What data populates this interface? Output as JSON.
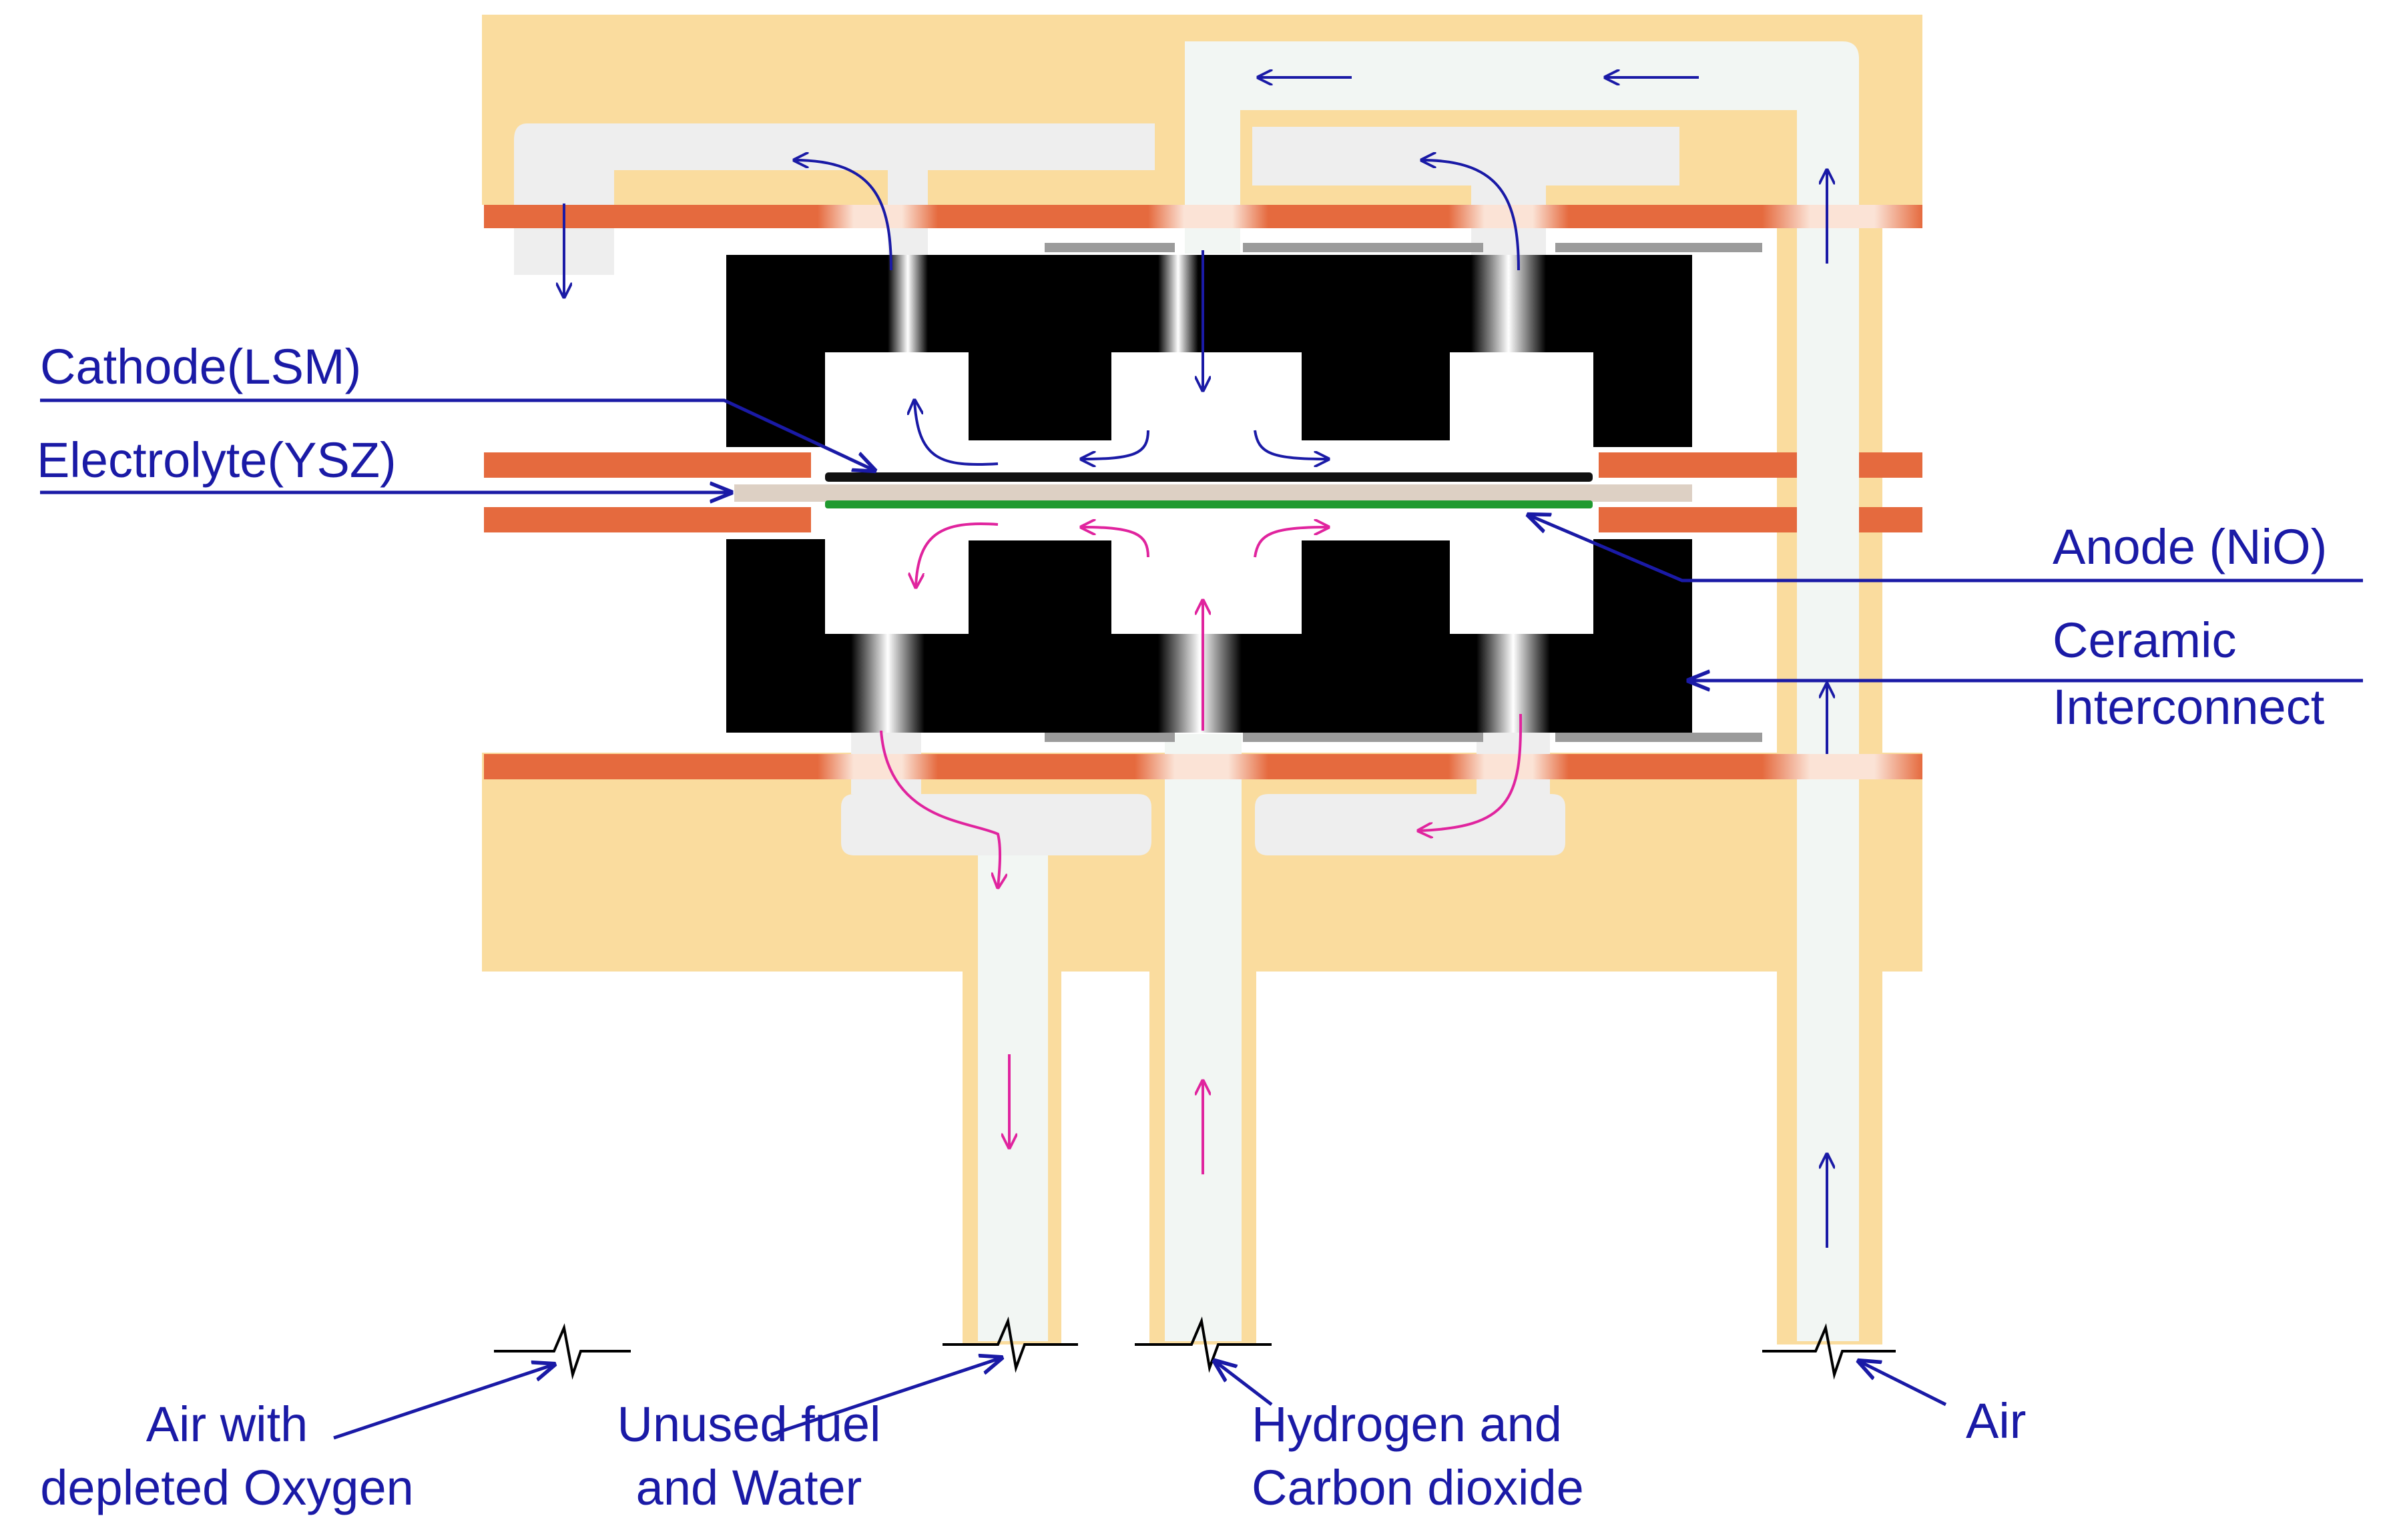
{
  "labels": {
    "cathode": "Cathode(LSM)",
    "electrolyte": "Electrolyte(YSZ)",
    "anode": "Anode (NiO)",
    "interconnect_line1": "Ceramic",
    "interconnect_line2": "Interconnect",
    "exhaust_air_line1": "Air with",
    "exhaust_air_line2": "depleted Oxygen",
    "unused_fuel_line1": "Unused fuel",
    "unused_fuel_line2": "and Water",
    "fuel_in_line1": "Hydrogen and",
    "fuel_in_line2": "Carbon dioxide",
    "air_in": "Air"
  },
  "colors": {
    "housing": "#fadc9e",
    "channel": "#eeeeee",
    "channel_light": "#f2f6f3",
    "seal": "#e56a3e",
    "seal_light": "#fbe3d6",
    "interconnect": "#000000",
    "electrolyte": "#ddd0c4",
    "cathode": "#111111",
    "anode": "#1f9a2f",
    "gasket": "#9b9b9b",
    "air_flow": "#1a1aa6",
    "fuel_flow": "#e0249e",
    "pointer": "#1a1aa6"
  }
}
